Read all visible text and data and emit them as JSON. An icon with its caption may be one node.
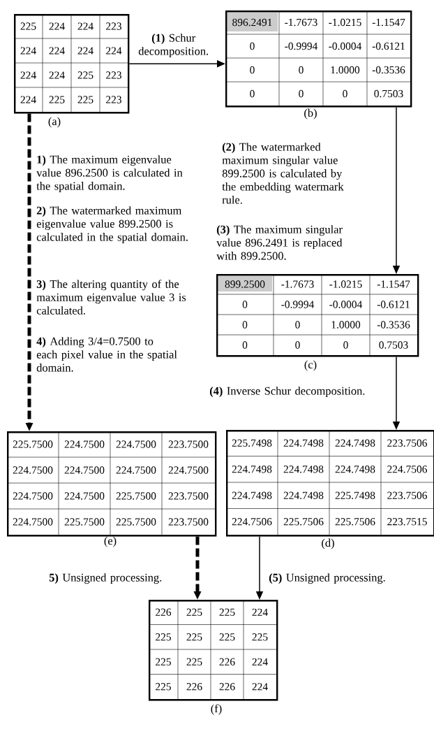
{
  "diagram": {
    "nodes": [
      {
        "text": [
          "225",
          "224",
          "224",
          "223",
          "224",
          "224",
          "224",
          "224",
          "224",
          "224",
          "225",
          "223",
          "224",
          "225",
          "225",
          "223"
        ],
        "beside": [
          "(a)"
        ]
      },
      {
        "text": [
          "896.2491",
          "-1.7673",
          "-1.0215",
          "-1.1547",
          "0",
          "-0.9994",
          "-0.0004",
          "-0.6121",
          "0",
          "0",
          "1.0000",
          "-0.3536",
          "0",
          "0",
          "0",
          "0.7503"
        ],
        "beside": [
          "(b)"
        ]
      },
      {
        "text": [
          "899.2500",
          "-1.7673",
          "-1.0215",
          "-1.1547",
          "0",
          "-0.9994",
          "-0.0004",
          "-0.6121",
          "0",
          "0",
          "1.0000",
          "-0.3536",
          "0",
          "0",
          "0",
          "0.7503"
        ],
        "beside": [
          "(c)"
        ]
      },
      {
        "text": [
          "225.7498",
          "224.7498",
          "224.7498",
          "223.7506",
          "224.7498",
          "224.7498",
          "224.7498",
          "224.7506",
          "224.7498",
          "224.7498",
          "225.7498",
          "223.7506",
          "224.7506",
          "225.7506",
          "225.7506",
          "223.7515"
        ],
        "beside": [
          "(d)"
        ]
      },
      {
        "text": [
          "225.7500",
          "224.7500",
          "224.7500",
          "223.7500",
          "224.7500",
          "224.7500",
          "224.7500",
          "224.7500",
          "224.7500",
          "224.7500",
          "225.7500",
          "223.7500",
          "224.7500",
          "225.7500",
          "225.7500",
          "223.7500"
        ],
        "beside": [
          "(e)"
        ]
      },
      {
        "text": [
          "226",
          "225",
          "225",
          "224",
          "225",
          "225",
          "225",
          "225",
          "225",
          "225",
          "226",
          "224",
          "225",
          "226",
          "226",
          "224"
        ],
        "beside": [
          "(f)"
        ]
      }
    ],
    "edges": [
      {
        "from": 0,
        "to": 1,
        "arrow": "to",
        "label": "**(1)** Schur decomposition."
      },
      {
        "from": 1,
        "to": 2,
        "arrow": "to",
        "label": "**(2)** The watermarked maximum singular value 899.2500 is calculated by the embedding watermark rule."
      },
      {
        "from": 2,
        "to": 3,
        "arrow": "to",
        "label": "**(4)** Inverse Schur decomposition."
      },
      {
        "from": 0,
        "to": 4,
        "arrow": "to",
        "style": "dashed"
      },
      {
        "from": 4,
        "to": 5,
        "arrow": "to",
        "style": "dashed",
        "label": "**5)** Unsigned processing."
      },
      {
        "from": 3,
        "to": 5,
        "arrow": "to",
        "label": "**(5)** Unsigned processing."
      }
    ],
    "labels": [
      "**(3)** The maximum singular value 896.2491 is replaced with 899.2500.",
      "**1)** The maximum eigenvalue value 896.2500 is calculated in the spatial domain.",
      "**2)** The watermarked maximum eigenvalue value 899.2500 is calculated in the spatial domain.",
      "**3)** The altering quantity of the maximum eigenvalue value 3 is calculated.",
      "**4)** Adding 3/4=0.7500 to each pixel value in the spatial domain."
    ]
  }
}
